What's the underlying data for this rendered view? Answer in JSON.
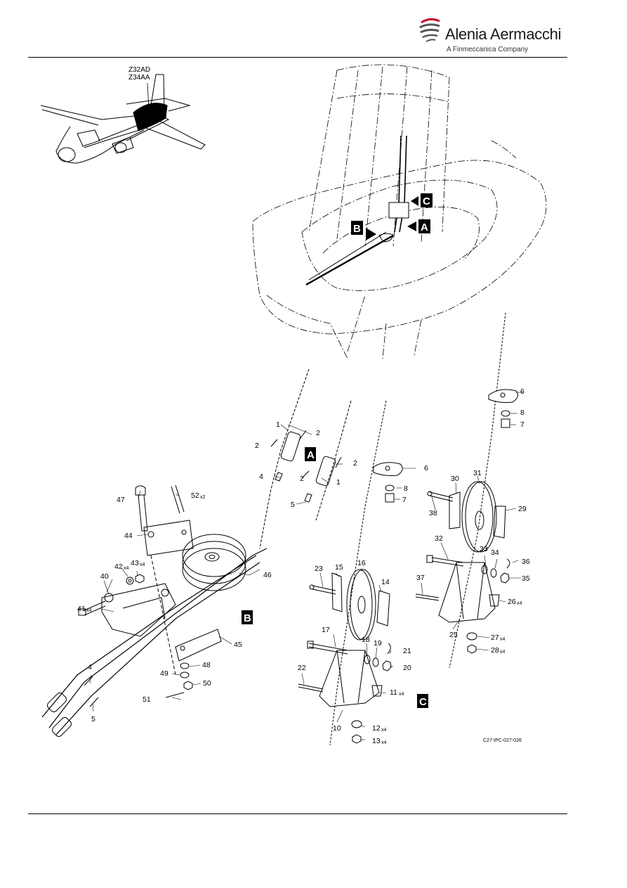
{
  "header": {
    "brand_name": "Alenia Aermacchi",
    "brand_tagline": "A Finmeccanica Company",
    "logo_icon": "swoosh-logo-icon"
  },
  "figure": {
    "zone_codes": [
      "Z32AD",
      "Z34AA"
    ],
    "drawing_number": "C27-IPC-027-026",
    "detail_views": [
      "A",
      "B",
      "C"
    ],
    "callouts": [
      {
        "n": "1"
      },
      {
        "n": "1"
      },
      {
        "n": "2"
      },
      {
        "n": "2"
      },
      {
        "n": "2"
      },
      {
        "n": "2"
      },
      {
        "n": "4"
      },
      {
        "n": "4"
      },
      {
        "n": "5"
      },
      {
        "n": "5"
      },
      {
        "n": "6"
      },
      {
        "n": "6"
      },
      {
        "n": "7"
      },
      {
        "n": "7"
      },
      {
        "n": "8"
      },
      {
        "n": "8"
      },
      {
        "n": "10"
      },
      {
        "n": "11",
        "q": "x4"
      },
      {
        "n": "12",
        "q": "x4"
      },
      {
        "n": "13",
        "q": "x4"
      },
      {
        "n": "14"
      },
      {
        "n": "15"
      },
      {
        "n": "16"
      },
      {
        "n": "17"
      },
      {
        "n": "18"
      },
      {
        "n": "19"
      },
      {
        "n": "20"
      },
      {
        "n": "21"
      },
      {
        "n": "22"
      },
      {
        "n": "23"
      },
      {
        "n": "25"
      },
      {
        "n": "26",
        "q": "x4"
      },
      {
        "n": "27",
        "q": "x4"
      },
      {
        "n": "28",
        "q": "x4"
      },
      {
        "n": "29"
      },
      {
        "n": "30"
      },
      {
        "n": "31"
      },
      {
        "n": "32"
      },
      {
        "n": "33"
      },
      {
        "n": "34"
      },
      {
        "n": "35"
      },
      {
        "n": "36"
      },
      {
        "n": "37"
      },
      {
        "n": "38"
      },
      {
        "n": "40"
      },
      {
        "n": "41",
        "q": "x4"
      },
      {
        "n": "42",
        "q": "x4"
      },
      {
        "n": "43",
        "q": "x4"
      },
      {
        "n": "44"
      },
      {
        "n": "45"
      },
      {
        "n": "46"
      },
      {
        "n": "47"
      },
      {
        "n": "48"
      },
      {
        "n": "49"
      },
      {
        "n": "50"
      },
      {
        "n": "51"
      },
      {
        "n": "52",
        "q": "x2"
      }
    ]
  }
}
